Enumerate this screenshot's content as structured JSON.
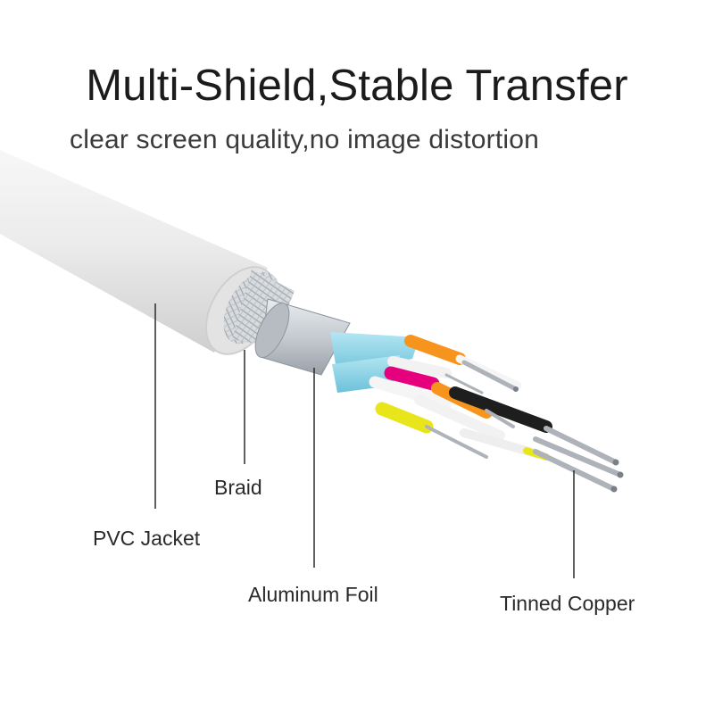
{
  "header": {
    "title": "Multi-Shield,Stable Transfer",
    "subtitle": "clear screen quality,no image distortion"
  },
  "callouts": {
    "braid": "Braid",
    "pvc_jacket": "PVC Jacket",
    "aluminum_foil": "Aluminum Foil",
    "tinned_copper": "Tinned Copper"
  },
  "colors": {
    "jacket": "#ececec",
    "foil": "#c9cdd2",
    "inner_pair_shield": "#8fd3e6",
    "wire_orange": "#f7941d",
    "wire_magenta": "#e6007e",
    "wire_yellow": "#e8e61a",
    "wire_black": "#1e1e1e",
    "wire_white": "#f5f5f5",
    "copper": "#b8bcc2"
  }
}
